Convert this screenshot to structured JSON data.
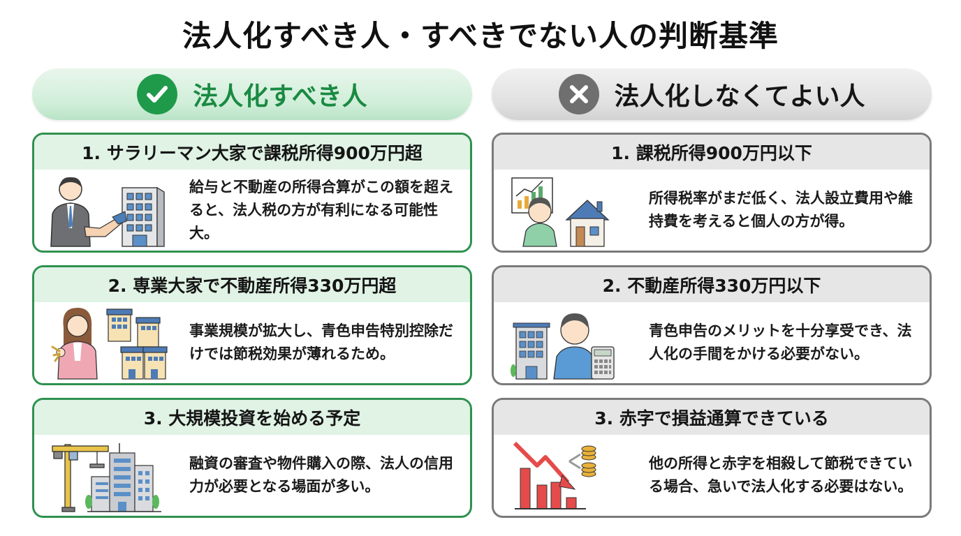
{
  "title": "法人化すべき人・すべきでない人の判断基準",
  "colors": {
    "good_accent": "#1f9a4b",
    "good_border": "#2f9150",
    "good_header_bg": "#e0f3e5",
    "bad_accent": "#6f6f6f",
    "bad_border": "#7a7a7a",
    "bad_header_bg": "#e6e6e6"
  },
  "left": {
    "header": {
      "icon": "check-circle-icon",
      "label": "法人化すべき人"
    },
    "cards": [
      {
        "heading": "1. サラリーマン大家で課税所得900万円超",
        "text": "給与と不動産の所得合算がこの額を超えると、法人税の方が有利になる可能性大。",
        "illustration": "businessman-handshake-building"
      },
      {
        "heading": "2. 専業大家で不動産所得330万円超",
        "text": "事業規模が拡大し、青色申告特別控除だけでは節税効果が薄れるため。",
        "illustration": "woman-keys-apartments"
      },
      {
        "heading": "3. 大規模投資を始める予定",
        "text": "融資の審査や物件購入の際、法人の信用力が必要となる場面が多い。",
        "illustration": "crane-buildings"
      }
    ]
  },
  "right": {
    "header": {
      "icon": "x-circle-icon",
      "label": "法人化しなくてよい人"
    },
    "cards": [
      {
        "heading": "1. 課税所得900万円以下",
        "text": "所得税率がまだ低く、法人設立費用や維持費を考えると個人の方が得。",
        "illustration": "person-chart-house"
      },
      {
        "heading": "2. 不動産所得330万円以下",
        "text": "青色申告のメリットを十分享受でき、法人化の手間をかける必要がない。",
        "illustration": "building-person-calculator"
      },
      {
        "heading": "3. 赤字で損益通算できている",
        "text": "他の所得と赤字を相殺して節税できている場合、急いで法人化する必要はない。",
        "illustration": "declining-chart-coins"
      }
    ]
  }
}
